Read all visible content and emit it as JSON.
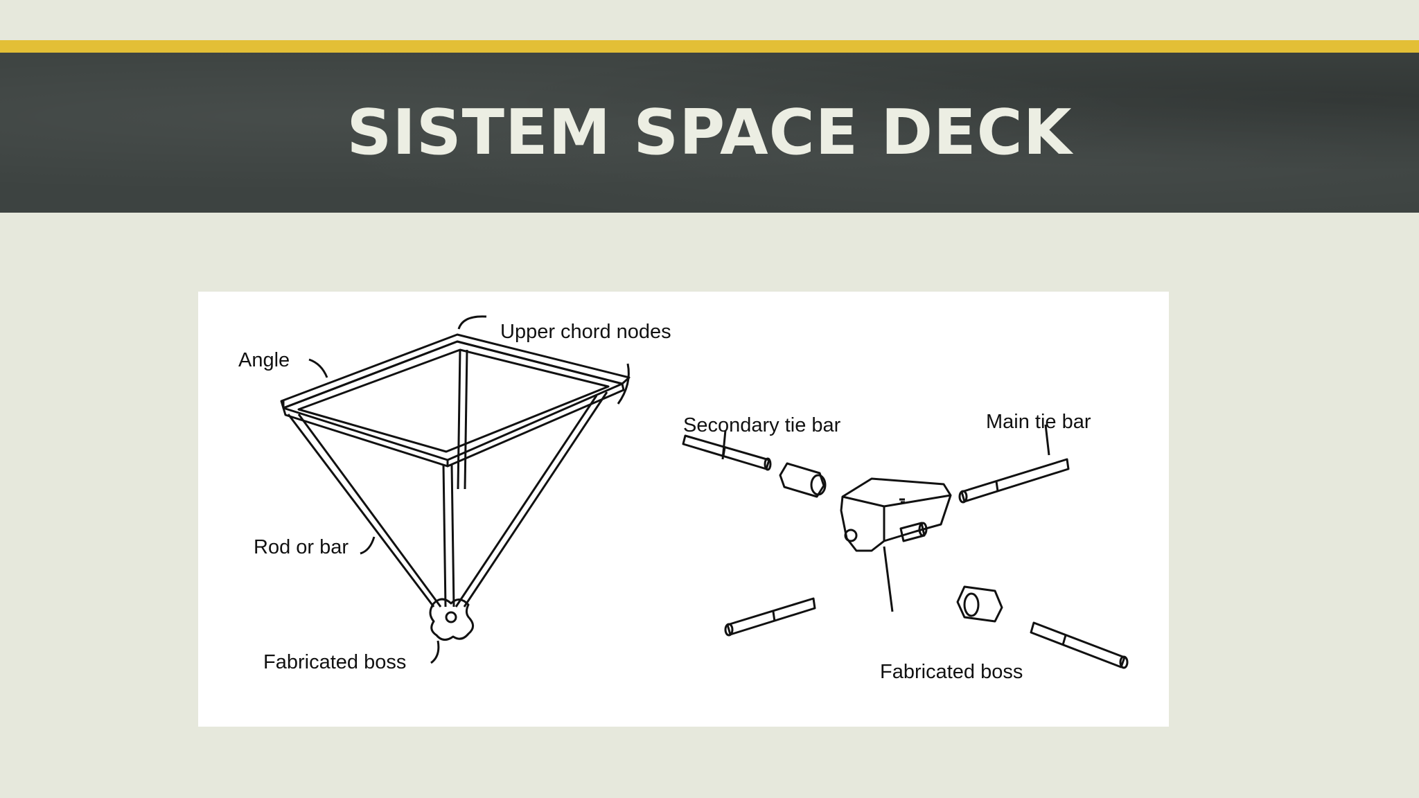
{
  "slide": {
    "title": "SISTEM SPACE DECK"
  },
  "diagram": {
    "labels": {
      "upper_chord_nodes": "Upper chord nodes",
      "angle": "Angle",
      "rod_or_bar": "Rod or bar",
      "fabricated_boss_left": "Fabricated boss",
      "secondary_tie_bar": "Secondary tie bar",
      "main_tie_bar": "Main tie bar",
      "fabricated_boss_right": "Fabricated boss"
    }
  },
  "colors": {
    "background": "#e6e8dc",
    "accent_rule": "#e3bf36",
    "title_band": "#3d4341",
    "title_text": "#eceee3"
  }
}
